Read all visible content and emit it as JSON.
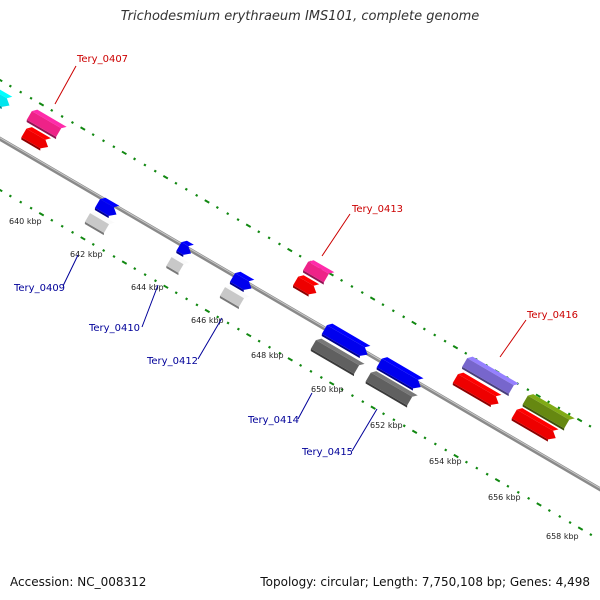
{
  "title": "Trichodesmium erythraeum IMS101, complete genome",
  "footer": {
    "accession": "Accession: NC_008312",
    "topology": "Topology: circular; Length: 7,750,108 bp; Genes: 4,498"
  },
  "colors": {
    "backbone": "#8a8a8a",
    "tick": "#118811",
    "label_forward": "#cc0000",
    "label_reverse": "#000099",
    "cyan": "#00e5ee",
    "magenta": "#ee2288",
    "red": "#ee0000",
    "blue": "#0000ee",
    "lightgray": "#c8c8c8",
    "darkgray": "#606060",
    "purple": "#7766cc",
    "olive": "#668811"
  },
  "kbp_labels": [
    "640 kbp",
    "642 kbp",
    "644 kbp",
    "646 kbp",
    "648 kbp",
    "650 kbp",
    "652 kbp",
    "654 kbp",
    "656 kbp",
    "658 kbp"
  ],
  "gene_labels": {
    "forward": [
      "Tery_0407",
      "Tery_0413",
      "Tery_0416"
    ],
    "reverse": [
      "Tery_0409",
      "Tery_0410",
      "Tery_0412",
      "Tery_0414",
      "Tery_0415"
    ]
  },
  "features": [
    {
      "name": "feature-cyan",
      "color": "cyan"
    },
    {
      "name": "feature-tery-0407-magenta",
      "color": "magenta"
    },
    {
      "name": "feature-tery-0407-red",
      "color": "red"
    },
    {
      "name": "feature-tery-0409-blue",
      "color": "blue"
    },
    {
      "name": "feature-tery-0409-gray",
      "color": "lightgray"
    },
    {
      "name": "feature-tery-0410-blue",
      "color": "blue"
    },
    {
      "name": "feature-tery-0410-gray",
      "color": "lightgray"
    },
    {
      "name": "feature-tery-0412-blue",
      "color": "blue"
    },
    {
      "name": "feature-tery-0412-gray",
      "color": "lightgray"
    },
    {
      "name": "feature-tery-0413-magenta",
      "color": "magenta"
    },
    {
      "name": "feature-tery-0413-red",
      "color": "red"
    },
    {
      "name": "feature-tery-0414-blue",
      "color": "blue"
    },
    {
      "name": "feature-tery-0414-gray",
      "color": "darkgray"
    },
    {
      "name": "feature-tery-0415-blue",
      "color": "blue"
    },
    {
      "name": "feature-tery-0415-gray",
      "color": "darkgray"
    },
    {
      "name": "feature-tery-0416-purple",
      "color": "purple"
    },
    {
      "name": "feature-tery-0416-red",
      "color": "red"
    },
    {
      "name": "feature-olive",
      "color": "olive"
    },
    {
      "name": "feature-red-right",
      "color": "red"
    }
  ]
}
